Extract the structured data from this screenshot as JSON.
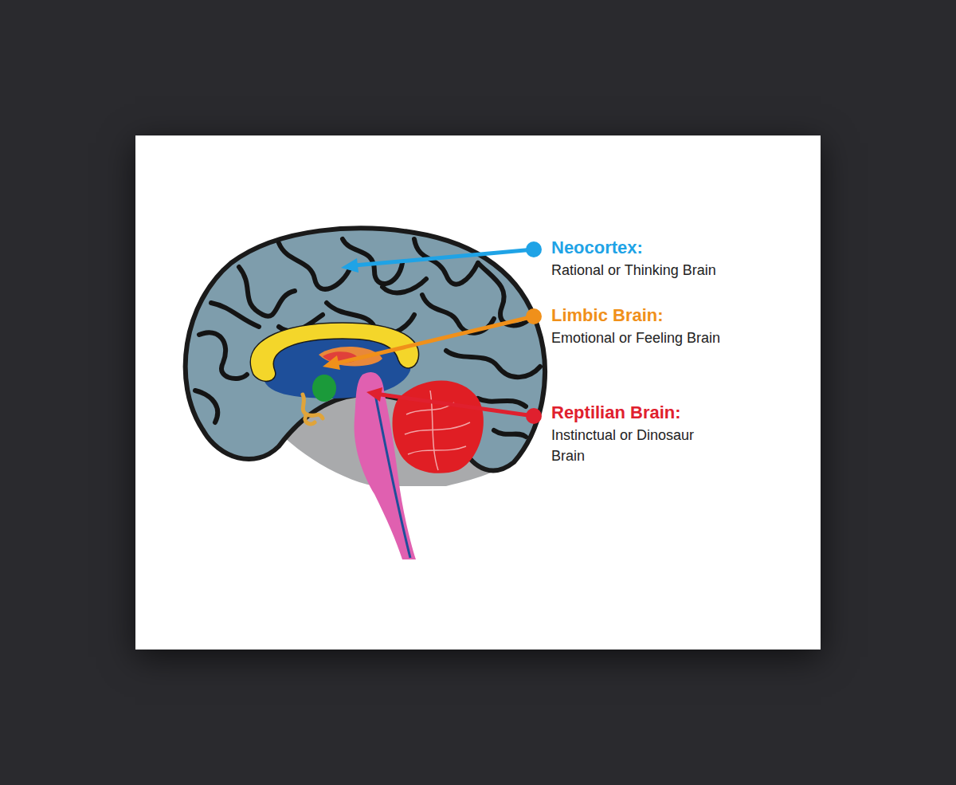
{
  "diagram": {
    "labels": [
      "Neocortex:",
      "Rational or Thinking Brain",
      "Limbic Brain:",
      "Emotional or Feeling Brain",
      "Reptilian Brain:",
      "Instinctual or Dinosaur Brain"
    ]
  }
}
